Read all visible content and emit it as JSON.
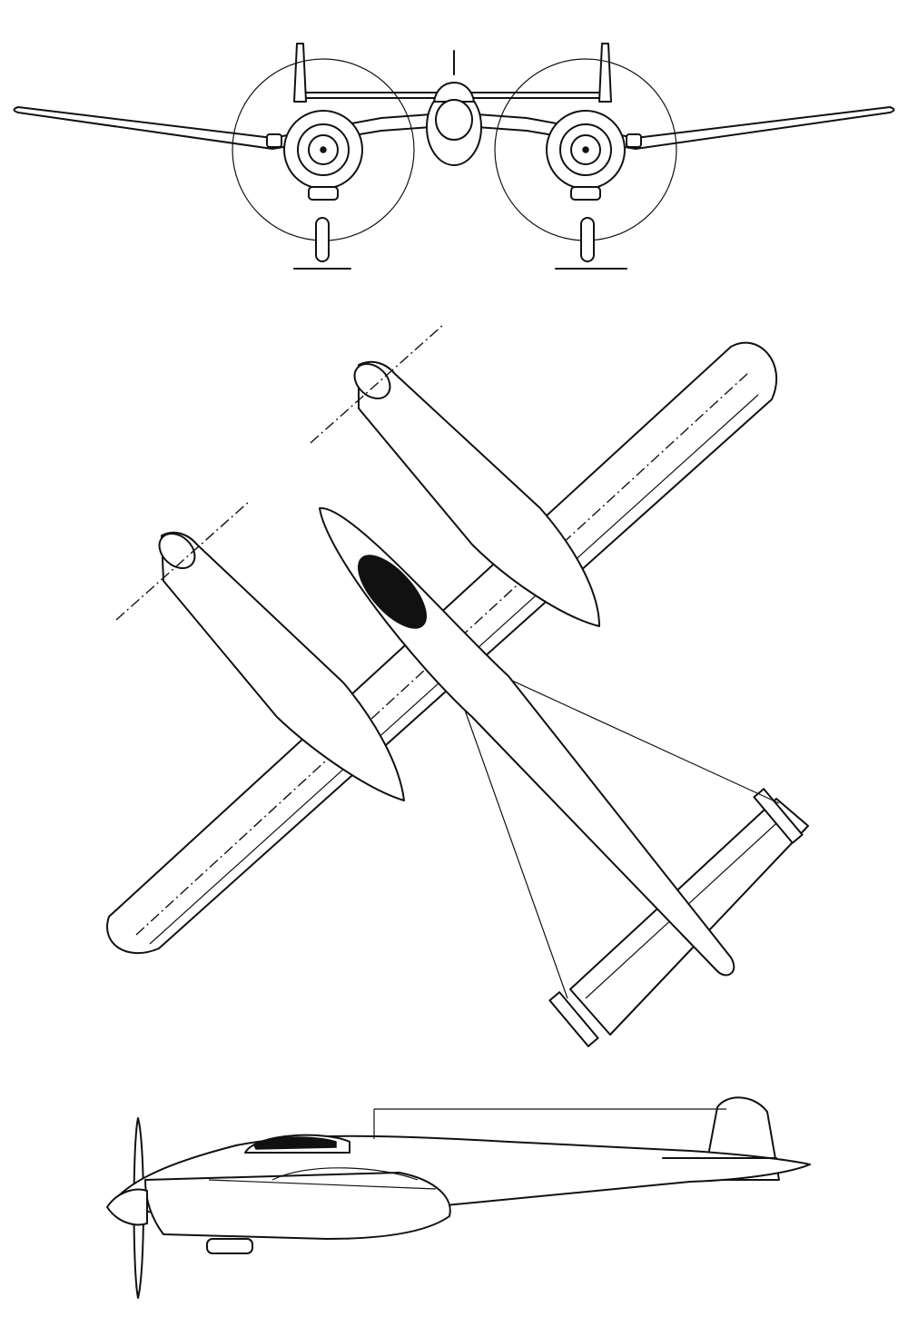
{
  "drawing": {
    "kind": "three-view line drawing",
    "views": [
      "front-view",
      "plan-view",
      "side-view"
    ],
    "colors": {
      "ink": "#111111",
      "paper": "#ffffff"
    }
  }
}
